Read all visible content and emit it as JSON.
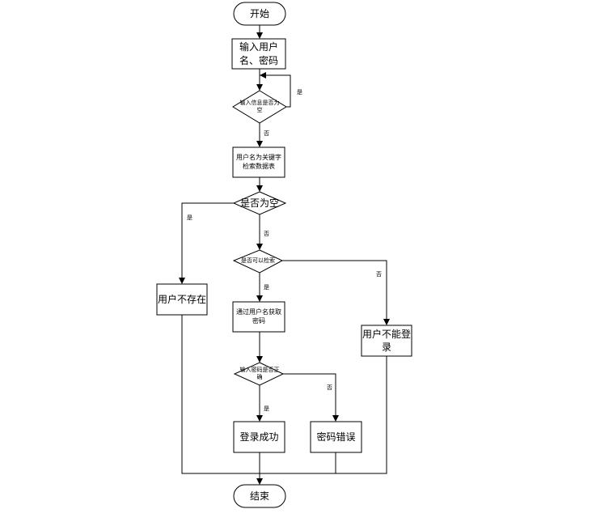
{
  "nodes": {
    "start": "开始",
    "input": "输入用户\n名、密码",
    "check_empty_input": "输入信息是否为\n空",
    "search": "用户名为关键字\n检索数据表",
    "check_null": "是否为空",
    "user_not_exist": "用户不存在",
    "can_search": "是否可以检索",
    "cannot_login": "用户不能登\n录",
    "get_password": "通过用户名获取\n密码",
    "check_password": "输入密码是否正\n确",
    "login_success": "登录成功",
    "password_error": "密码错误",
    "end": "结束"
  },
  "edges": {
    "yes": "是",
    "no": "否"
  }
}
